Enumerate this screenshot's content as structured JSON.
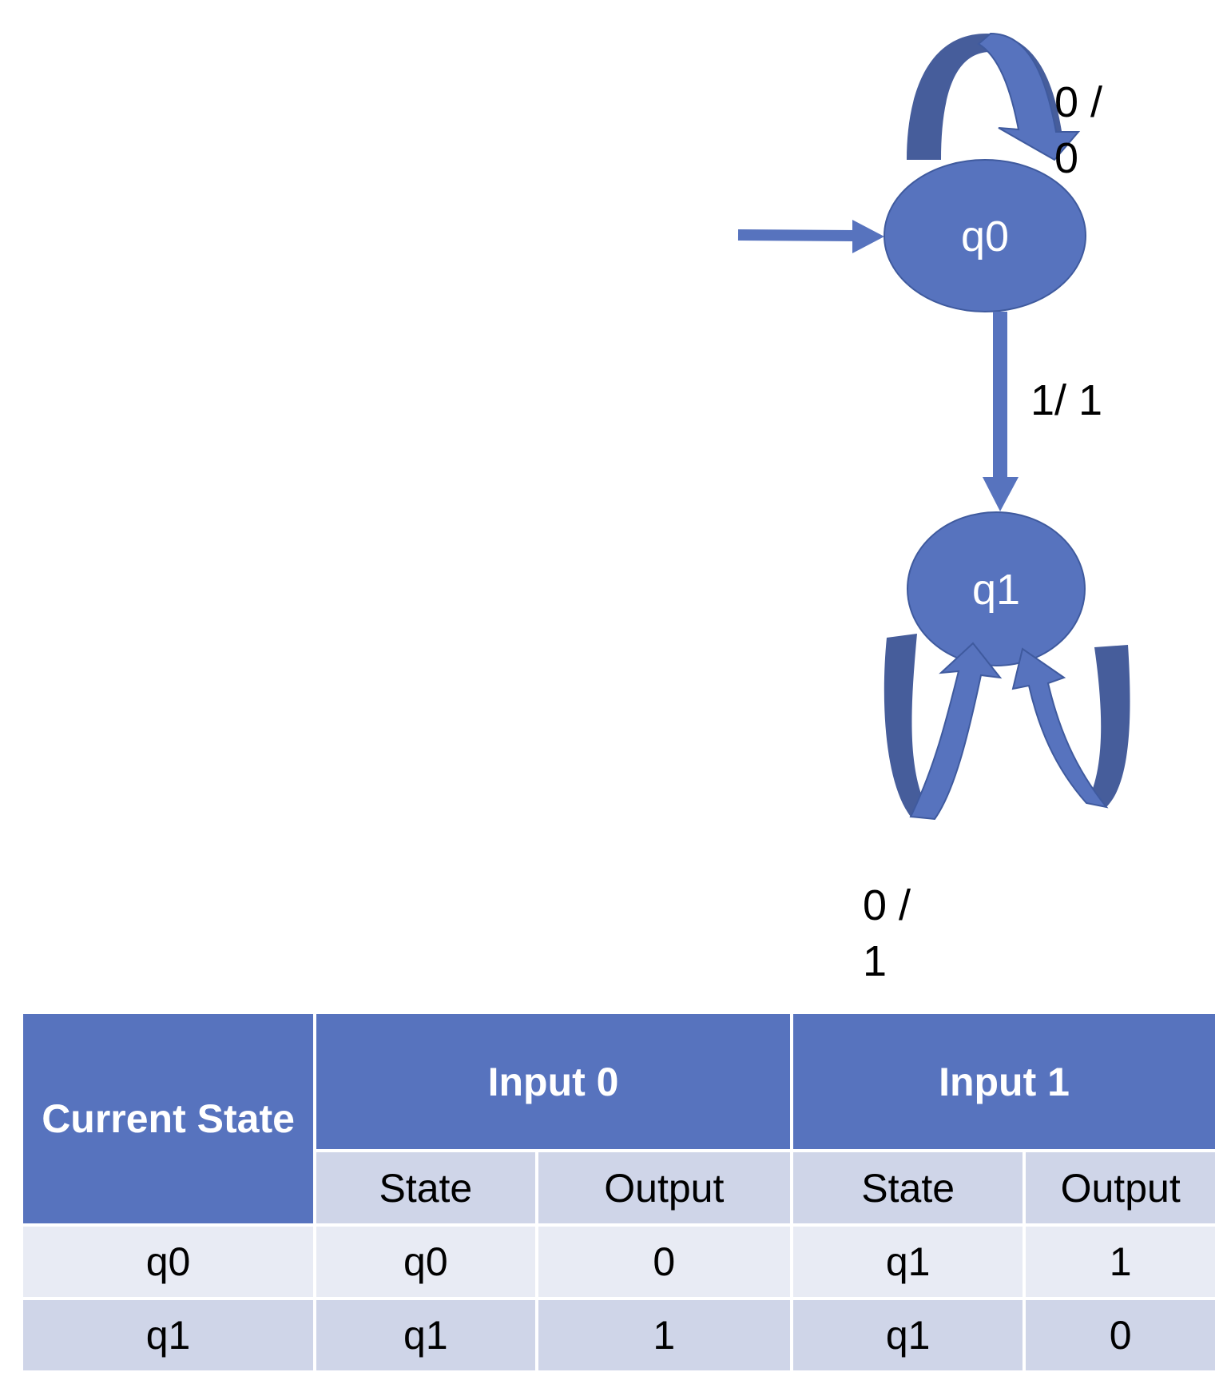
{
  "states": [
    {
      "id": "q0",
      "label": "q0"
    },
    {
      "id": "q1",
      "label": "q1"
    }
  ],
  "transitions": [
    {
      "from": "q0",
      "to": "q0",
      "label": "0 /\n0"
    },
    {
      "from": "q0",
      "to": "q1",
      "label": "1/ 1"
    },
    {
      "from": "q1",
      "to": "q1",
      "label": "0 /\n1"
    }
  ],
  "colors": {
    "node_fill": "#5773be",
    "node_stroke": "#3f5a9e",
    "arrow": "#5773be",
    "arrow_dark": "#465d9b",
    "header_bg": "#5773be",
    "sub_bg": "#cfd5e8",
    "row_light": "#e8ebf4"
  },
  "table": {
    "header_current": "Current State",
    "header_input0": "Input 0",
    "header_input1": "Input 1",
    "sub_state": "State",
    "sub_output": "Output",
    "rows": [
      {
        "current": "q0",
        "in0_state": "q0",
        "in0_output": "0",
        "in1_state": "q1",
        "in1_output": "1"
      },
      {
        "current": "q1",
        "in0_state": "q1",
        "in0_output": "1",
        "in1_state": "q1",
        "in1_output": "0"
      }
    ]
  }
}
